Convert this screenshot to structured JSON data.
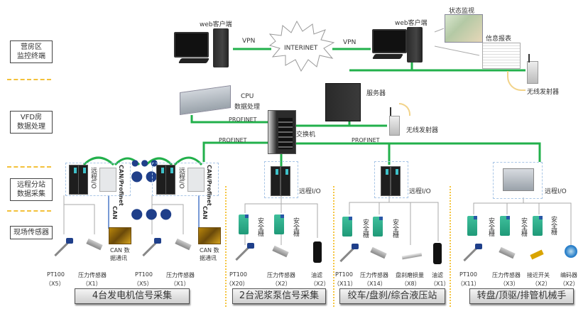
{
  "levels": [
    {
      "label_line1": "营房区",
      "label_line2": "监控终端"
    },
    {
      "label_line1": "VFD房",
      "label_line2": "数据处理"
    },
    {
      "label_line1": "远程分站",
      "label_line2": "数据采集"
    },
    {
      "label_line1": "现场传感器",
      "label_line2": ""
    }
  ],
  "top": {
    "web_client_left": "web客户端",
    "web_client_right": "web客户端",
    "vpn_left": "VPN",
    "vpn_right": "VPN",
    "internet": "INTERINET",
    "status_monitor": "状态监视",
    "info_report": "信息报表",
    "wireless_top": "无线发射器"
  },
  "vfd": {
    "cpu_line1": "CPU",
    "cpu_line2": "数据处理",
    "server": "服务器",
    "switch": "交换机",
    "wireless": "无线发射器",
    "profinet_cpu": "PROFINET",
    "profinet_left": "PROFINET",
    "profinet_right": "PROFINET"
  },
  "remote": {
    "remote_io": "远程I/O",
    "can_profinet": "CAN/Profinet",
    "can": "CAN",
    "safety_barrier": "安全栅",
    "can_data_line1": "CAN 数",
    "can_data_line2": "据通讯"
  },
  "groups": [
    {
      "title": "4台发电机信号采集",
      "sensors": [
        {
          "name": "PT100",
          "count": "（X5）"
        },
        {
          "name": "压力传感器",
          "count": "（X1）"
        },
        {
          "name": "PT100",
          "count": "（X5）"
        },
        {
          "name": "压力传感器",
          "count": "（X1）"
        }
      ]
    },
    {
      "title": "2台泥浆泵信号采集",
      "sensors": [
        {
          "name": "PT100",
          "count": "（X20）"
        },
        {
          "name": "压力传感器",
          "count": "（X2）"
        },
        {
          "name": "油滤",
          "count": "（X2）"
        }
      ]
    },
    {
      "title": "绞车/盘刹/综合液压站",
      "sensors": [
        {
          "name": "PT100",
          "count": "（X11）"
        },
        {
          "name": "压力传感器",
          "count": "（X14）"
        },
        {
          "name": "盘刹磨损量",
          "count": "（X8）"
        },
        {
          "name": "油滤",
          "count": "（X1）"
        }
      ]
    },
    {
      "title": "转盘/顶驱/排管机械手",
      "sensors": [
        {
          "name": "PT100",
          "count": "（X11）"
        },
        {
          "name": "压力传感器",
          "count": "（X3）"
        },
        {
          "name": "接近开关",
          "count": "（X2）"
        },
        {
          "name": "编码器",
          "count": "（X2）"
        }
      ]
    }
  ],
  "colors": {
    "network_line": "#22b04b",
    "separator": "#f3c13a",
    "can_line": "#4a78c8",
    "barrier": "#1f9a78"
  }
}
